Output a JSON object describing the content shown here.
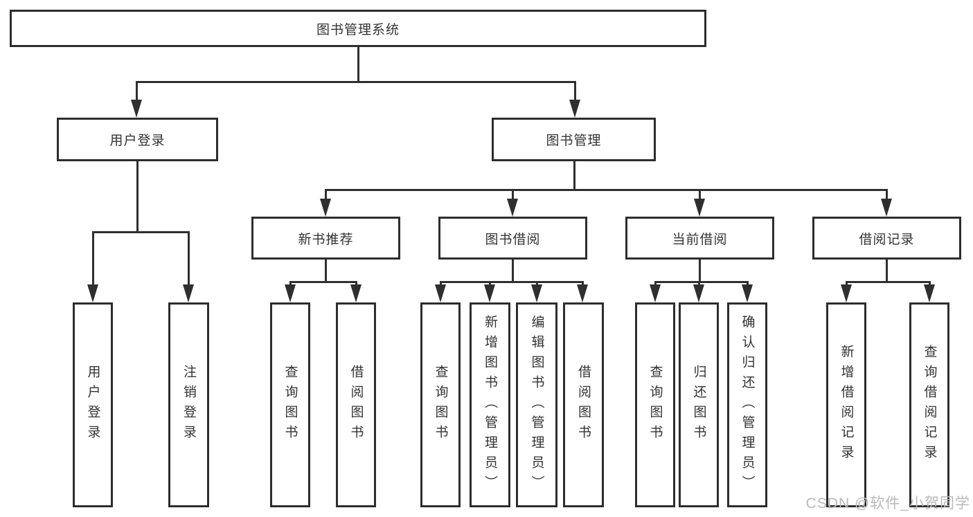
{
  "diagram": {
    "title": "图书管理系统",
    "root": "图书管理系统",
    "level2": [
      "用户登录",
      "图书管理"
    ],
    "level3": [
      "新书推荐",
      "图书借阅",
      "当前借阅",
      "借阅记录"
    ],
    "leaves": {
      "login": [
        "用户登录",
        "注销登录"
      ],
      "recommend": [
        "查询图书",
        "借阅图书"
      ],
      "borrow": [
        "查询图书",
        "新增图书（管理员）",
        "编辑图书（管理员）",
        "借阅图书"
      ],
      "current": [
        "查询图书",
        "归还图书",
        "确认归还（管理员）"
      ],
      "records": [
        "新增借阅记录",
        "查询借阅记录"
      ]
    }
  },
  "watermark": {
    "text": "CSDN @软件_小贺同学"
  },
  "colors": {
    "line": "#2f2f2f",
    "text": "#333333",
    "border": "#2d2d2d",
    "watermark": "#b9b9b9",
    "background": "#ffffff"
  }
}
